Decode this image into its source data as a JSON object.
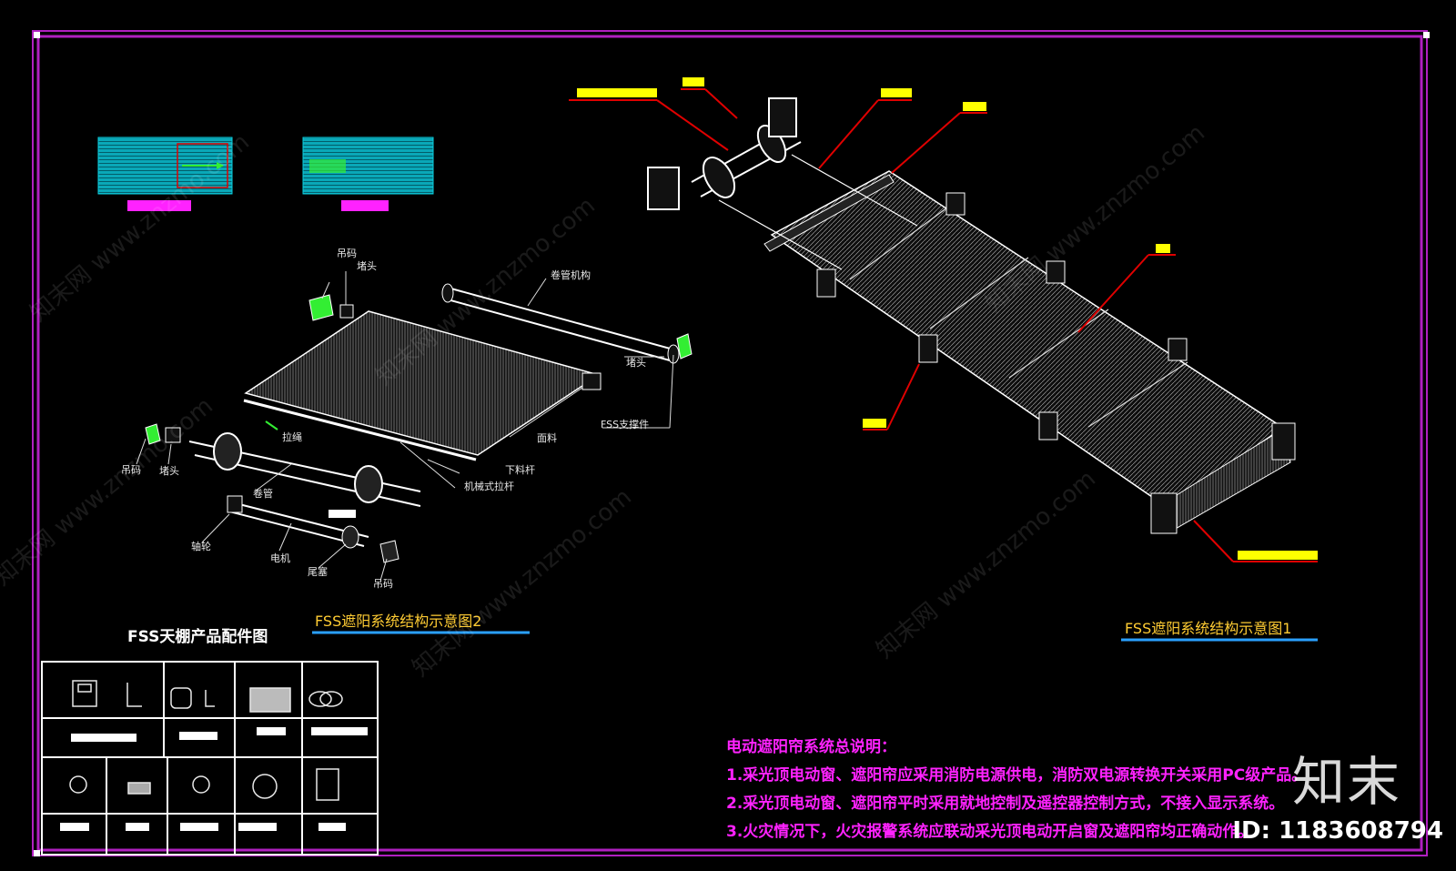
{
  "colors": {
    "frame": "#b020c0",
    "magenta": "#ff22ff",
    "yellow": "#ffff00",
    "red": "#e00000",
    "cyan": "#00c8d8",
    "green": "#33ee33",
    "gray": "#cfcfcf",
    "blue": "#2aa0ff"
  },
  "diagram1": {
    "title": "FSS遮阳系统结构示意图1",
    "callout_labels": [
      "",
      "",
      "",
      "",
      "",
      "",
      ""
    ]
  },
  "diagram2": {
    "title": "FSS遮阳系统结构示意图2",
    "labels": {
      "top_bracket": "吊码",
      "top_cap": "堵头",
      "shaft": "卷管机构",
      "right_end": "堵头",
      "right_bracket": "FSS支撑件",
      "fabric": "面料",
      "bottom_bar": "下料杆",
      "handle": "拉绳",
      "left_bracket": "吊码",
      "left_cap": "堵头",
      "tube": "卷管",
      "gear": "轴轮",
      "motor": "电机",
      "end_cap": "尾塞",
      "right_mount": "吊码",
      "bottom_connector": "机械式拉杆"
    }
  },
  "thumbs": {
    "left_caption": "",
    "right_caption": ""
  },
  "parts": {
    "title": "FSS天棚产品配件图"
  },
  "notes": {
    "heading": "电动遮阳帘系统总说明：",
    "items": [
      "1.采光顶电动窗、遮阳帘应采用消防电源供电，消防双电源转换开关采用PC级产品。",
      "2.采光顶电动窗、遮阳帘平时采用就地控制及遥控器控制方式，不接入显示系统。",
      "3.火灾情况下，火灾报警系统应联动采光顶电动开启窗及遮阳帘均正确动作。"
    ]
  },
  "watermark": {
    "text": "知末网 www.znzmo.com",
    "brand": "知末",
    "id": "ID: 1183608794"
  }
}
